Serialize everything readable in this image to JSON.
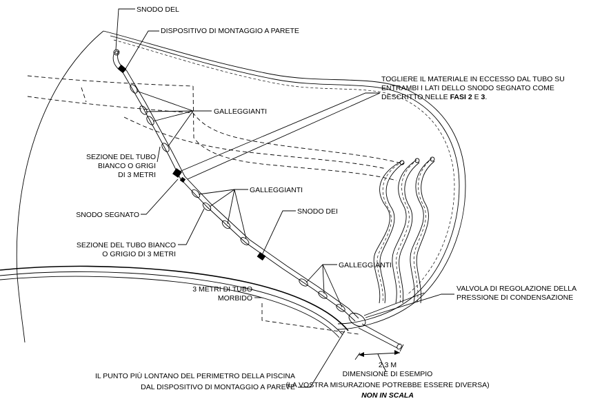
{
  "labels": {
    "snodo_del": "SNODO DEL",
    "dispositivo": "DISPOSITIVO DI MONTAGGIO A PARETE",
    "togliere_1": "TOGLIERE IL MATERIALE IN ECCESSO DAL TUBO SU",
    "togliere_2": "ENTRAMBI I LATI DELLO SNODO SEGNATO COME",
    "togliere_3a": "DESCRITTO NELLE ",
    "togliere_3b": "FASI 2",
    "togliere_3c": " E ",
    "togliere_3d": "3",
    "togliere_3e": ".",
    "galleggianti_1": "GALLEGGIANTI",
    "sezione1_1": "SEZIONE DEL TUBO",
    "sezione1_2": "BIANCO O GRIGI",
    "sezione1_3": "DI 3 METRI",
    "galleggianti_2": "GALLEGGIANTI",
    "snodo_segnato": "SNODO SEGNATO",
    "snodo_dei": "SNODO DEI",
    "sezione2_1": "SEZIONE DEL TUBO BIANCO",
    "sezione2_2": "O GRIGIO DI 3 METRI",
    "galleggianti_3": "GALLEGGIANTI",
    "tre_metri_1": "3 METRI DI TUBO",
    "tre_metri_2": "MORBIDO",
    "valvola_1": "VALVOLA DI REGOLAZIONE DELLA",
    "valvola_2": "PRESSIONE DI CONDENSAZIONE",
    "punto_1": "IL PUNTO PIÙ LONTANO DEL PERIMETRO DELLA PISCINA",
    "punto_2": "DAL DISPOSITIVO DI MONTAGGIO A PARETE",
    "dimensione_1": "2,3 M",
    "dimensione_2": "DIMENSIONE DI ESEMPIO",
    "dimensione_3": "(LA VOSTRA MISURAZIONE POTREBBE ESSERE DIVERSA)",
    "non_in_scala": "NON IN SCALA"
  }
}
